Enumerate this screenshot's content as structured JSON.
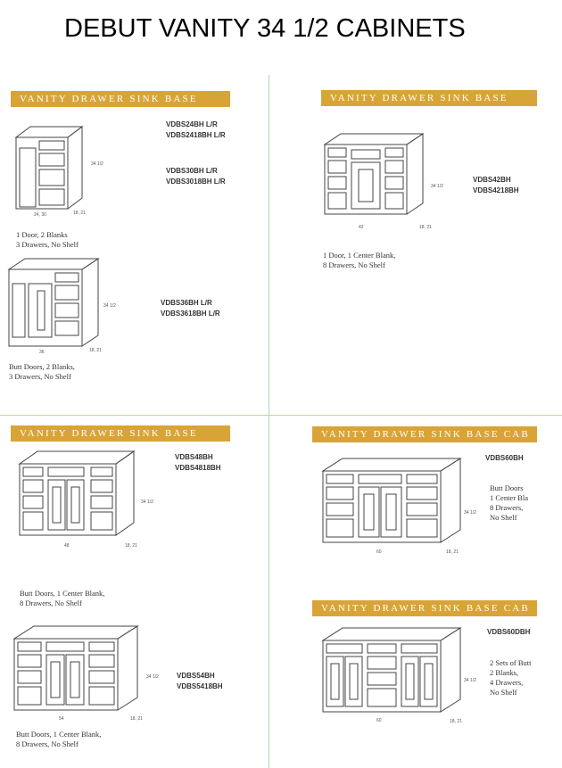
{
  "page": {
    "title": "DEBUT VANITY 34 1/2 CABINETS"
  },
  "banners": {
    "b1": "VANITY DRAWER SINK BASE",
    "b2": "VANITY DRAWER SINK BASE",
    "b3": "VANITY DRAWER SINK BASE",
    "b4": "VANITY DRAWER SINK BASE CAB",
    "b5": "VANITY DRAWER SINK BASE CAB"
  },
  "products": {
    "p24": {
      "codes": "VDBS24BH L/R\nVDBS2418BH L/R",
      "height": "34 1/2",
      "width": "24, 30",
      "depth": "18, 21"
    },
    "p30": {
      "codes": "VDBS30BH L/R\nVDBS3018BH L/R",
      "desc": "1 Door, 2 Blanks\n3 Drawers, No Shelf"
    },
    "p36": {
      "codes": "VDBS36BH L/R\nVDBS3618BH L/R",
      "desc": "Butt Doors, 2 Blanks,\n3 Drawers, No Shelf",
      "height": "34 1/2",
      "width": "36",
      "depth": "18, 21"
    },
    "p42": {
      "codes": "VDBS42BH\nVDBS4218BH",
      "desc": "1 Door, 1 Center Blank,\n8 Drawers, No Shelf",
      "height": "34 1/2",
      "width": "42",
      "depth": "18, 21"
    },
    "p48": {
      "codes": "VDBS48BH\nVDBS4818BH",
      "desc": "Butt Doors, 1 Center Blank,\n8 Drawers, No Shelf",
      "height": "34 1/2",
      "width": "48",
      "depth": "18, 21"
    },
    "p60": {
      "codes": "VDBS60BH",
      "desc": "Butt Doors\n1 Center Bla\n8 Drawers,\nNo Shelf",
      "height": "34 1/2",
      "width": "60",
      "depth": "18, 21"
    },
    "p54": {
      "codes": "VDBS54BH\nVDBS5418BH",
      "desc": "Butt Doors, 1 Center Blank,\n8 Drawers, No Shelf",
      "height": "34 1/2",
      "width": "54",
      "depth": "18, 21"
    },
    "p60d": {
      "codes": "VDBS60DBH",
      "desc": "2 Sets of Butt\n2 Blanks,\n4 Drawers,\nNo Shelf",
      "height": "34 1/2",
      "width": "60",
      "depth": "18, 21"
    }
  },
  "colors": {
    "banner": "#d9a437",
    "divider": "#b9d6a4"
  }
}
